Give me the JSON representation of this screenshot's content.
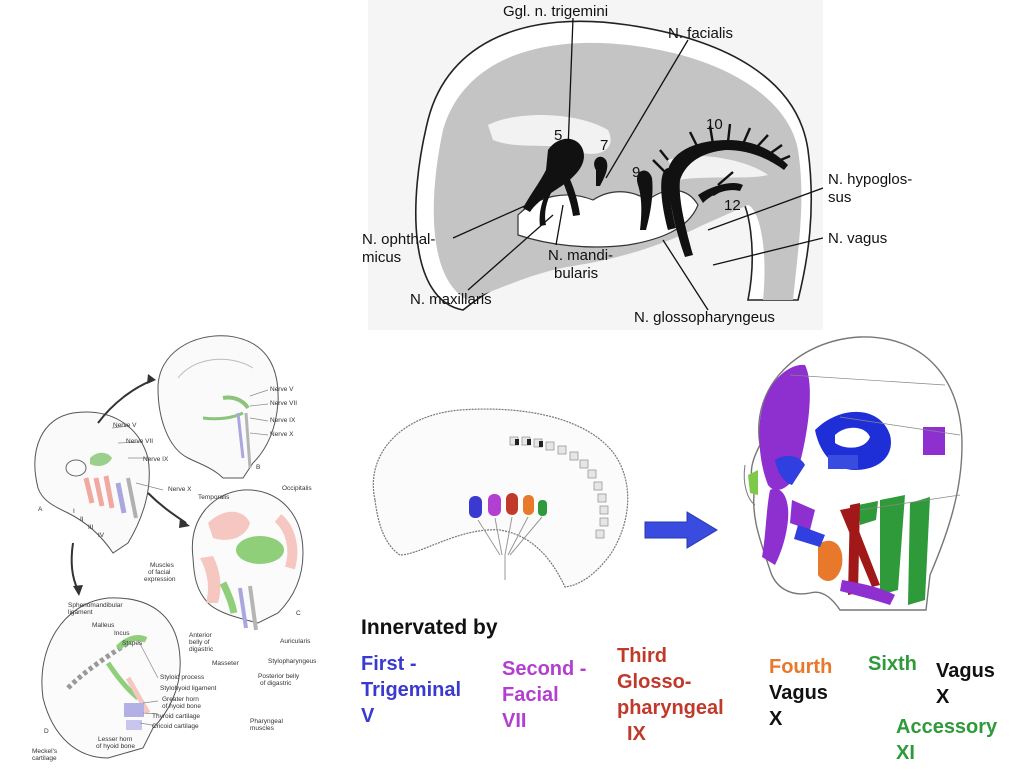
{
  "top_figure": {
    "labels": {
      "ggl_trigemini": "Ggl. n. trigemini",
      "facialis": "N. facialis",
      "hypoglossus_1": "N. hypoglos-",
      "hypoglossus_2": "sus",
      "vagus": "N. vagus",
      "ophthalmicus_1": "N. ophthal-",
      "ophthalmicus_2": "micus",
      "mandibularis_1": "N. mandi-",
      "mandibularis_2": "bularis",
      "maxillaris": "N. maxillaris",
      "glossopharyngeus": "N. glossopharyngeus"
    },
    "numbers": {
      "n5": "5",
      "n7": "7",
      "n9": "9",
      "n10": "10",
      "n12": "12"
    }
  },
  "left_figure": {
    "labels_a": {
      "nerve_v": "Nerve V",
      "nerve_vii": "Nerve VII",
      "nerve_ix": "Nerve IX",
      "nerve_x": "Nerve X",
      "letter_a": "A",
      "roman_i": "I",
      "roman_ii": "II",
      "roman_iii": "III",
      "roman_iv": "IV"
    },
    "labels_b": {
      "nerve_v": "Nerve V",
      "nerve_vii": "Nerve VII",
      "nerve_ix": "Nerve IX",
      "nerve_x": "Nerve X",
      "letter_b": "B"
    },
    "labels_c": {
      "temporalis": "Temporalis",
      "occipitalis": "Occipitalis",
      "muscles_1": "Muscles",
      "muscles_2": "of facial",
      "muscles_3": "expression",
      "anterior_1": "Anterior",
      "anterior_2": "belly of",
      "anterior_3": "digastric",
      "auricularis": "Auricularis",
      "masseter": "Masseter",
      "stylopharyngeus": "Stylopharyngeus",
      "posterior_1": "Posterior belly",
      "posterior_2": "of digastric",
      "pharyngeal_1": "Pharyngeal",
      "pharyngeal_2": "muscles",
      "letter_c": "C"
    },
    "labels_d": {
      "sphenomandibular_1": "Sphenomandibular",
      "sphenomandibular_2": "ligament",
      "malleus": "Malleus",
      "incus": "Incus",
      "stapes": "Stapes",
      "styloid": "Styloid process",
      "stylohyoid": "Stylohyoid ligament",
      "greater_1": "Greater horn",
      "greater_2": "of hyoid bone",
      "thyroid": "Thyroid cartilage",
      "cricoid": "Cricoid cartilage",
      "lesser_1": "Lesser horn",
      "lesser_2": "of hyoid bone",
      "meckel_1": "Meckel's",
      "meckel_2": "cartilage",
      "letter_d": "D"
    }
  },
  "legend": {
    "title": "Innervated by",
    "first_1": "First -",
    "first_2": "Trigeminal",
    "first_3": "V",
    "second_1": "Second -",
    "second_2": "Facial",
    "second_3": "VII",
    "third_1": "Third",
    "third_2": "Glosso-",
    "third_3": "pharyngeal",
    "third_4": "IX",
    "fourth_1": "Fourth",
    "fourth_2": "Vagus",
    "fourth_3": "X",
    "sixth": "Sixth",
    "vagus_1": "Vagus",
    "vagus_2": "X",
    "accessory_1": "Accessory",
    "accessory_2": "XI"
  },
  "colors": {
    "first": "#3a3ad0",
    "second": "#b23fd0",
    "third": "#c0392b",
    "fourth": "#e8782a",
    "sixth": "#2f9a3a",
    "accessory": "#2f9a3a",
    "arrow": "#3a4be0",
    "black": "#111111"
  }
}
